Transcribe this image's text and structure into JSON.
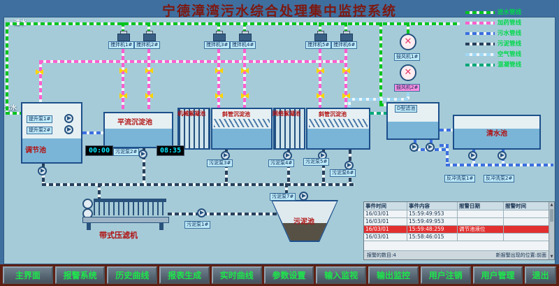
{
  "title": "宁德漳湾污水综合处理集中监控系统",
  "flow_labels": {
    "inlet": "进水",
    "sewage": "污水"
  },
  "legend": {
    "items": [
      {
        "label": "进水管线",
        "color": "#00c41e"
      },
      {
        "label": "加药管线",
        "color": "#ff5fd0"
      },
      {
        "label": "污水管线",
        "color": "#3b6fe0"
      },
      {
        "label": "污泥管线",
        "color": "#27405c"
      },
      {
        "label": "空气管线",
        "color": "#9fd8f5"
      },
      {
        "label": "混凝管线",
        "color": "#00a878"
      }
    ]
  },
  "tanks": {
    "regulating": "调节池",
    "pingliu": "平流沉淀池",
    "jixie": "机械絮凝池",
    "xieguan1": "斜管沉淀池",
    "wangge": "网络絮凝池",
    "xieguan2": "斜管沉淀池",
    "d_filter": "D型滤池",
    "qingshui": "清水池",
    "wuni": "污泥池",
    "belt_press": "带式压滤机"
  },
  "equipment": {
    "mixers": [
      "搅拌机1#",
      "搅拌机2#",
      "搅拌机3#",
      "搅拌机4#",
      "搅拌机5#",
      "搅拌机6#"
    ],
    "lift_pumps": [
      "提升泵1#",
      "提升泵2#"
    ],
    "blowers": [
      "鼓风机1#",
      "鼓风机2#"
    ],
    "sludge_pumps": [
      "污泥泵1#",
      "污泥泵2#",
      "污泥泵3#",
      "污泥泵4#",
      "污泥泵5#",
      "污泥泵6#",
      "污泥泵7#"
    ],
    "backwash_pumps": [
      "反冲洗泵1#",
      "反冲洗泵2#"
    ]
  },
  "timers": {
    "t1": "00:00",
    "t2": "08:35"
  },
  "alarm_table": {
    "headers": [
      "事件时间",
      "事件内容",
      "报警日期",
      "报警时间"
    ],
    "rows": [
      {
        "c1": "16/03/01",
        "c2": "15:59:49:953",
        "c3": "",
        "c4": "",
        "highlight": false
      },
      {
        "c1": "16/03/01",
        "c2": "15:59:49:953",
        "c3": "",
        "c4": "",
        "highlight": false
      },
      {
        "c1": "16/03/01",
        "c2": "15:59:48:259",
        "c3": "调节池液位",
        "c4": "",
        "highlight": true
      },
      {
        "c1": "16/03/01",
        "c2": "15:58:46:015",
        "c3": "",
        "c4": "",
        "highlight": false
      }
    ],
    "count_text": "报警的数目:4",
    "position_text": "新报警出现的位置:前面"
  },
  "nav": {
    "items": [
      "主界面",
      "报警系统",
      "历史曲线",
      "报表生成",
      "实时曲线",
      "参数设置",
      "输入监视",
      "输出监控",
      "用户注销",
      "用户管理",
      "退出"
    ]
  }
}
